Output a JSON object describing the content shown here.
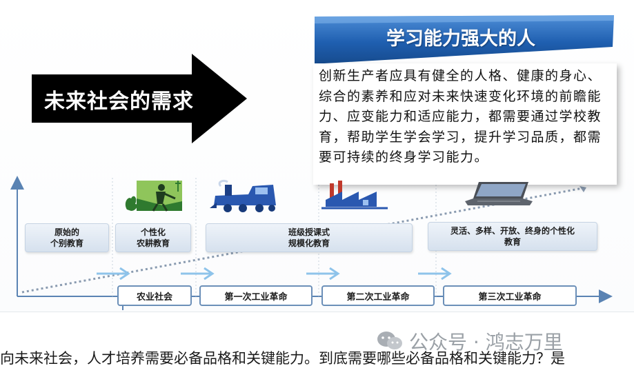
{
  "demand_label": "未来社会的需求",
  "banner": {
    "title": "学习能力强大的人",
    "description": "创新生产者应具有健全的人格、健康的身心、综合的素养和应对未来快速变化环境的前瞻能力、应变能力和适应能力，都需要通过学校教育，帮助学生学会学习，提升学习品质，都需要可持续的终身学习能力。"
  },
  "stages": [
    {
      "label": "原始的\n个别教育"
    },
    {
      "label": "个性化\n农耕教育"
    },
    {
      "label": "班级授课式\n规模化教育"
    },
    {
      "label": "灵活、多样、开放、终身的个性化\n教育"
    }
  ],
  "eras": [
    {
      "label": "农业社会"
    },
    {
      "label": "第一次工业革命"
    },
    {
      "label": "第二次工业革命"
    },
    {
      "label": "第三次工业革命"
    }
  ],
  "icons": [
    "farmer-icon",
    "locomotive-icon",
    "factory-icon",
    "laptop-icon"
  ],
  "watermark": "公众号 · 鸿志万里",
  "caption": "向未来社会，人才培养需要必备品格和关键能力。到底需要哪些必备品格和关键能力？是",
  "colors": {
    "banner_blue": "#1f5fb0",
    "axis_blue": "#5a83b3",
    "stage_fill": "#dde6f1",
    "light_arrow": "#8ec3ea",
    "black_arrow": "#000000"
  }
}
